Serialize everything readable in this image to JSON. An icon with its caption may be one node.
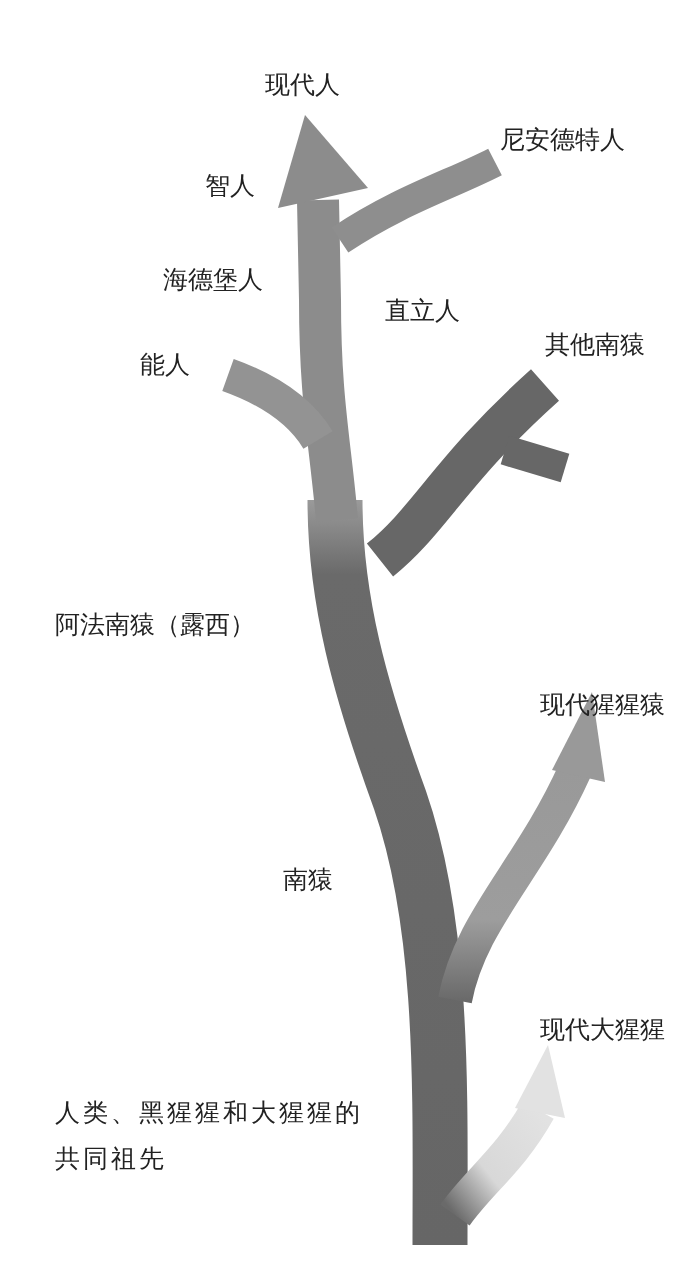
{
  "diagram": {
    "labels": [
      "现代人",
      "尼安德特人",
      "智人",
      "海德堡人",
      "直立人",
      "其他南猿",
      "能人",
      "阿法南猿（露西）",
      "现代猩猩猿",
      "南猿",
      "现代大猩猩",
      "人类、黑猩猩和大猩猩的共同祖先"
    ]
  }
}
